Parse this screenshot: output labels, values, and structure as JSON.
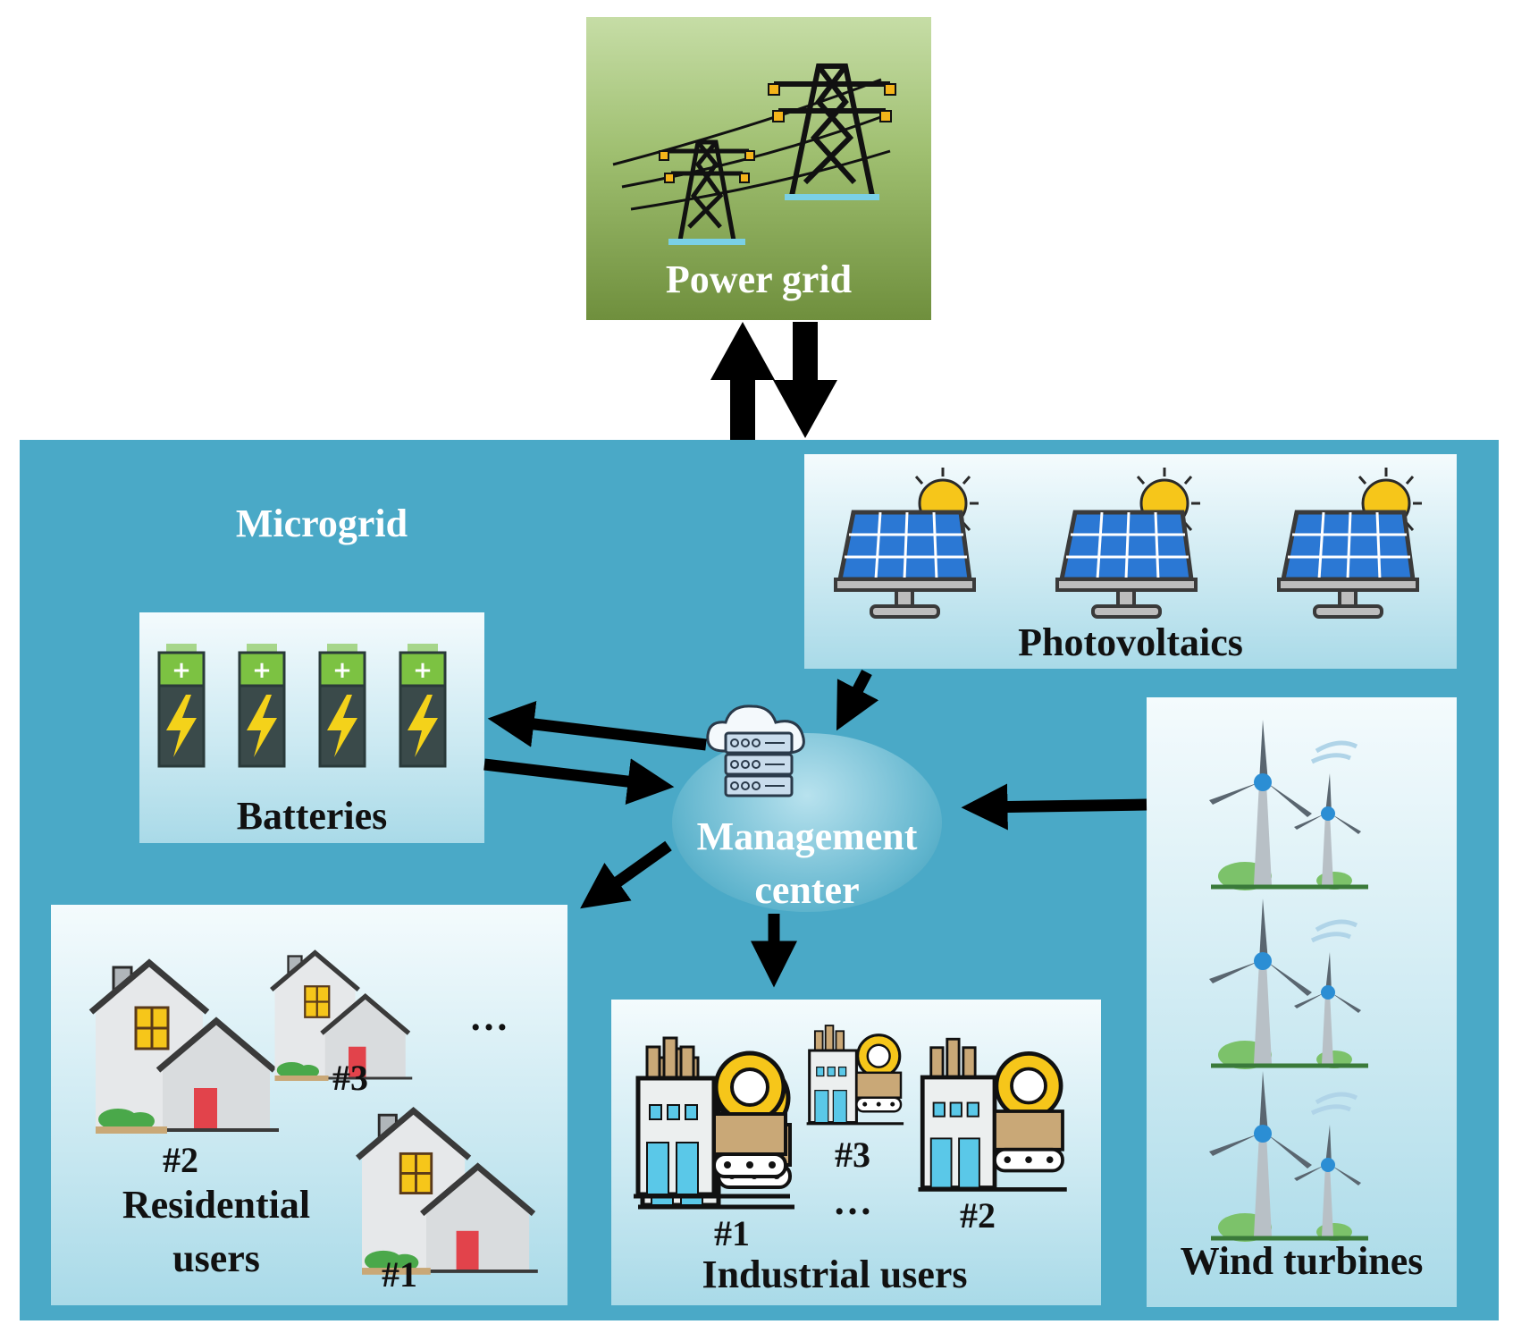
{
  "power_grid": {
    "label": "Power grid"
  },
  "microgrid": {
    "label": "Microgrid"
  },
  "photovoltaics": {
    "label": "Photovoltaics"
  },
  "batteries": {
    "label": "Batteries"
  },
  "management_center": {
    "line1": "Management",
    "line2": "center"
  },
  "wind_turbines": {
    "label": "Wind turbines"
  },
  "residential_users": {
    "line1": "Residential",
    "line2": "users",
    "tags": [
      "#1",
      "#2",
      "#3"
    ],
    "ellipsis": "…"
  },
  "industrial_users": {
    "label": "Industrial users",
    "tags": [
      "#1",
      "#2",
      "#3"
    ],
    "ellipsis": "…"
  },
  "colors": {
    "microgrid_bg": "#4aa9c7",
    "power_grid_top": "#c2d9a2",
    "power_grid_bottom": "#6a8a3a",
    "arrow": "#000000",
    "battery_green": "#7cc242",
    "battery_body": "#3a4a4a",
    "bolt": "#f4d21a",
    "solar_blue": "#2b78d4",
    "sun": "#f6c61a"
  }
}
